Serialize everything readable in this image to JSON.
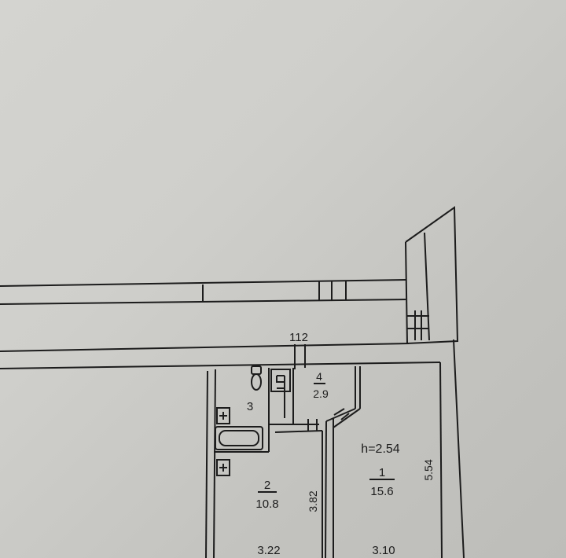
{
  "rooms": [
    {
      "number": "1",
      "area": "15.6"
    },
    {
      "number": "2",
      "area": "10.8"
    },
    {
      "number": "3"
    },
    {
      "number": "4",
      "area": "2.9"
    }
  ],
  "dimensions": {
    "ceiling_height": "h=2.54",
    "room1_length": "5.54",
    "room2_length": "3.82",
    "room2_width": "3.22",
    "room1_width": "3.10",
    "corridor_code": "112"
  },
  "colors": {
    "ink": "#1c1c1c",
    "paper": "#d0d0cc"
  }
}
